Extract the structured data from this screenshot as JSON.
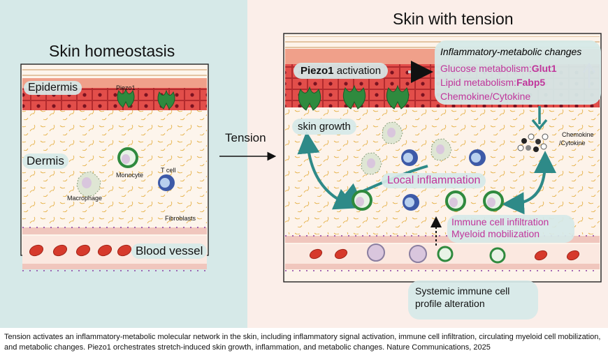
{
  "left_panel": {
    "title": "Skin homeostasis",
    "labels": {
      "epidermis": "Epidermis",
      "piezo1": "Piezo1",
      "dermis": "Dermis",
      "monocyte": "Monocyte",
      "tcell": "T cell",
      "macrophage": "Macrophage",
      "fibroblasts": "Fibroblasts",
      "blood_vessel": "Blood vessel"
    }
  },
  "arrow_label": "Tension",
  "right_panel": {
    "title": "Skin with tension",
    "piezo_bold": "Piezo1",
    "piezo_rest": " activation",
    "changes_title": "Inflammatory-metabolic changes",
    "glucose_prefix": "Glucose metabolism:",
    "glucose_gene": "Glut1",
    "lipid_prefix": "Lipid metabolism:",
    "lipid_gene": "Fabp5",
    "chemokine_line": "Chemokine/Cytokine",
    "skin_growth": "skin growth",
    "chemokine_label_1": "Chemokine",
    "chemokine_label_2": "/Cytokine",
    "local_inflammation": "Local inflammation",
    "infiltration": "Immune cell infiltration",
    "mobilization": "Myeloid mobilization",
    "systemic_1": "Systemic immune cell",
    "systemic_2": "profile alteration"
  },
  "colors": {
    "left_bg": "#d6e9e8",
    "right_bg": "#fbeee9",
    "epidermis_red": "#d9474a",
    "piezo_green": "#2f8a3e",
    "teal_arrow": "#2e8a88",
    "magenta": "#c0359b",
    "rbc": "#d63a2c"
  },
  "caption": "Tension activates an inflammatory-metabolic molecular network in the skin, including inflammatory signal activation, immune cell infiltration, circulating myeloid cell mobilization, and metabolic changes. Piezo1 orchestrates stretch-induced skin growth, inflammation, and metabolic changes. Nature Communications, 2025"
}
